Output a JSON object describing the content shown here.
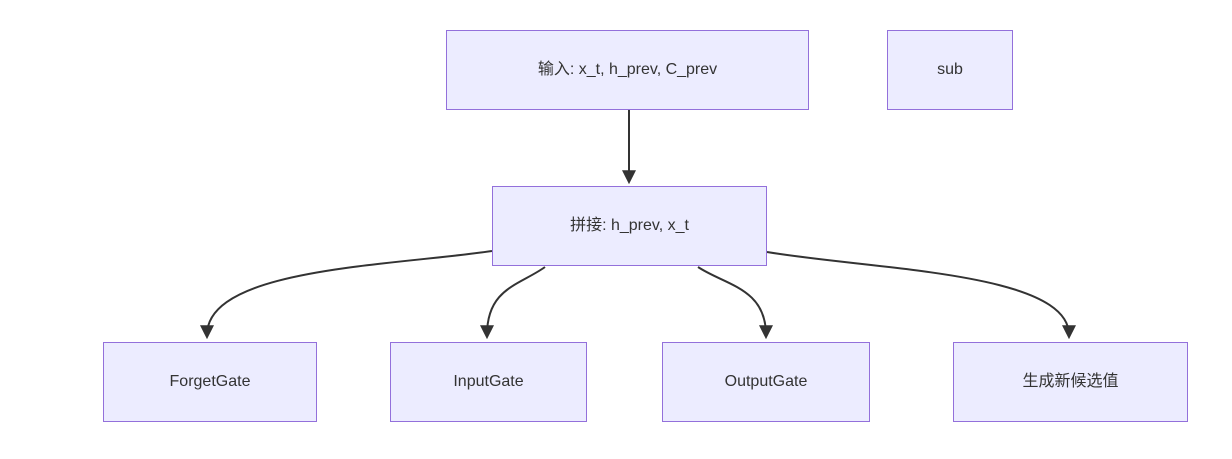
{
  "diagram": {
    "type": "flowchart",
    "direction": "top-down",
    "nodes": {
      "input": {
        "label": "输入: x_t, h_prev, C_prev"
      },
      "sub": {
        "label": "sub"
      },
      "concat": {
        "label": "拼接: h_prev, x_t"
      },
      "forget_gate": {
        "label": "ForgetGate"
      },
      "input_gate": {
        "label": "InputGate"
      },
      "output_gate": {
        "label": "OutputGate"
      },
      "candidate": {
        "label": "生成新候选值"
      }
    },
    "edges": [
      {
        "from": "input",
        "to": "concat"
      },
      {
        "from": "concat",
        "to": "forget_gate"
      },
      {
        "from": "concat",
        "to": "input_gate"
      },
      {
        "from": "concat",
        "to": "output_gate"
      },
      {
        "from": "concat",
        "to": "candidate"
      }
    ],
    "colors": {
      "node_fill": "#ECECFF",
      "node_border": "#9370DB",
      "edge": "#333333",
      "text": "#333333",
      "background": "#FFFFFF"
    }
  }
}
